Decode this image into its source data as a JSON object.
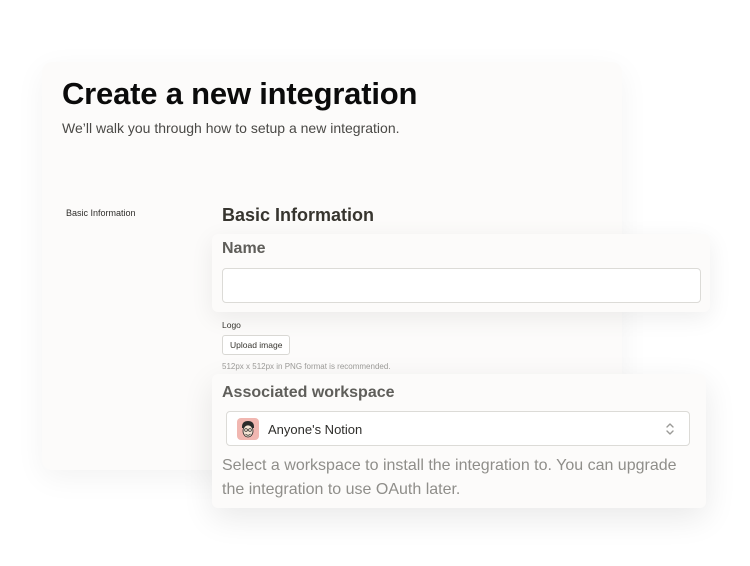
{
  "page": {
    "title": "Create a new integration",
    "subtitle": "We’ll walk you through how to setup a new integration."
  },
  "sidebar": {
    "items": [
      {
        "label": "Basic Information"
      }
    ]
  },
  "form": {
    "section_title": "Basic Information",
    "name": {
      "label": "Name",
      "value": "",
      "placeholder": ""
    },
    "logo": {
      "label": "Logo",
      "button_label": "Upload image",
      "hint": "512px x 512px in PNG format is recommended."
    },
    "workspace": {
      "label": "Associated workspace",
      "selected": "Anyone's Notion",
      "avatar_icon": "illustrated-face-avatar",
      "chevron_icon": "chevron-up-down-icon",
      "hint": "Select a workspace to install the integration to. You can upgrade the integration to use OAuth later."
    }
  },
  "colors": {
    "panel_background": "#fcfbfa",
    "input_border": "#dcdbd7",
    "avatar_background": "#f1b7b1",
    "muted_text": "#8f8e8a"
  }
}
